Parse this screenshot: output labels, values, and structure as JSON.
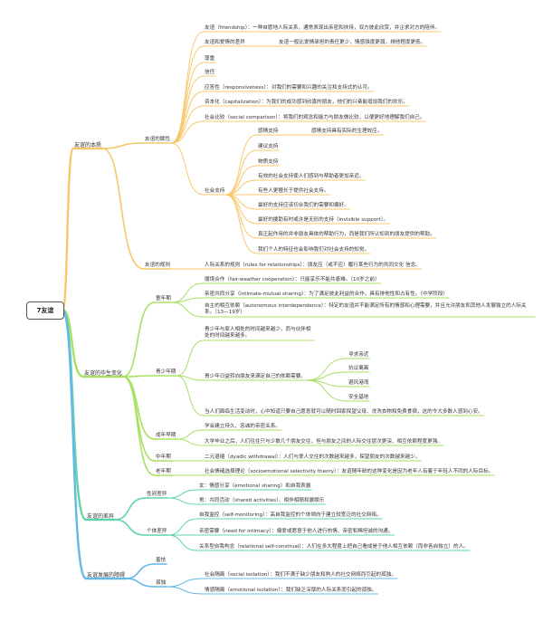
{
  "root": "7友谊",
  "branches": [
    {
      "label": "友谊的本质",
      "color": "#f7c86b",
      "children": [
        {
          "label": "友谊的属性",
          "children": [
            {
              "label": "友谊（friendship）：一种自愿地人际关系，通常表现出亲密和扶持，双方彼此欣赏，并企求对方的陪伴。"
            },
            {
              "label": "友谊和爱情的差异",
              "children": [
                {
                  "label": "友谊一般比爱情承担的责任更少，情感强度更弱，排他程度更低。"
                }
              ]
            },
            {
              "label": "尊重"
            },
            {
              "label": "信任"
            },
            {
              "label": "应答性（responsiveness）：对我们的需要和兴趣的关注和支持式的认可。"
            },
            {
              "label": "资本化（capitalization）：为我们的成功感到欣喜的朋友，他们的兴奋能增加我们的欢乐。"
            },
            {
              "label": "社会比较（social comparison）：将我们的观念和能力与朋友做比较，以便更好地理解我们自己。"
            },
            {
              "label": "社会支持",
              "children": [
                {
                  "label": "感情支持",
                  "children": [
                    {
                      "label": "感情支持具有实际的生理效应。"
                    }
                  ]
                },
                {
                  "label": "建议支持"
                },
                {
                  "label": "物质支持"
                },
                {
                  "label": "有效的社会支持使人们感到与帮助者更加亲近。"
                },
                {
                  "label": "有些人更擅长于提供社会支持。"
                },
                {
                  "label": "最好的支持应该切合我们的需要和偏好。"
                },
                {
                  "label": "最好的援助有时或许是无形的支持（invisible support）。"
                },
                {
                  "label": "真正起作用的并非朋友具体的帮助行为，而是我们所认知到的朋友提供的帮助。"
                },
                {
                  "label": "我们个人的特征也会影响我们对社会支持的知觉。"
                }
              ]
            }
          ]
        },
        {
          "label": "友谊的规则",
          "children": [
            {
              "label": "人际关系的规则（rules for relationships）：朋友应（或不应）履行某些行为的共同文化 信念。"
            }
          ]
        }
      ]
    },
    {
      "label": "友谊的毕生变化",
      "color": "#a8e063",
      "children": [
        {
          "label": "童年期",
          "children": [
            {
              "label": "顺境合作（fair-weather cooperation）：只能享乐不能共患难。（10岁之前）"
            },
            {
              "label": "亲密共同分享（intimate-mutual sharing）：为了满足彼此利益的合作，具有排他性和占有性。（中学阶段）"
            },
            {
              "label": "自主的相互依赖（autonomous interdependence）：特定的友谊并不能满足所有的情感和心理需要，并且允许朋友和其他人发展独立的人际关系。（13—19岁）"
            }
          ]
        },
        {
          "label": "青少年期",
          "children": [
            {
              "label": "青少年与家人相处的时间越来越少，而与伙伴相处的时间越来越多。"
            },
            {
              "label": "青少年日益转向朋友来满足自己的依赖需要。",
              "children": [
                {
                  "label": "寻求亲近"
                },
                {
                  "label": "抗议离离"
                },
                {
                  "label": "避风港湾"
                },
                {
                  "label": "安全基地"
                }
              ]
            },
            {
              "label": "当人们面临生活变动时，心中知道只要自己愿意就可以随时回家探望父母、洗洗衣物和免费食宿，这的令大多数人感到心安。"
            }
          ]
        },
        {
          "label": "成年早期",
          "children": [
            {
              "label": "学会建立持久、忠诚的亲密关系。"
            },
            {
              "label": "大学毕业之后，人们往往只与少数几个朋友交往，但与朋友之间的人际交往层次更深、相互依赖程度更强。"
            }
          ]
        },
        {
          "label": "中年期",
          "children": [
            {
              "label": "二元退缩（dyadic withdrawal）：人们与爱人交往的次数越来越多，探望朋友的次数越来越少。"
            }
          ]
        },
        {
          "label": "老年期",
          "children": [
            {
              "label": "社会情绪选择理论（socioemotional selectivity theory）：友谊随年龄的这种变化是因为老年人有着于年轻人不同的人际目标。"
            }
          ]
        }
      ]
    },
    {
      "label": "友谊的差异",
      "color": "#5fd4a8",
      "children": [
        {
          "label": "性别差异",
          "children": [
            {
              "label": "女：情感分享（emotional sharing）和自我表露"
            },
            {
              "label": "男：共同活动（shared activities）、相伴相随和展娱乐"
            }
          ]
        },
        {
          "label": "个体差异",
          "children": [
            {
              "label": "自我监控（self-monitoring）：高自我监控的个体倾向于建立较宽泛的社交网络。"
            },
            {
              "label": "亲密需要（need for intimacy）：偏爱或愿意于他人进行热情、亲密和稀坦诚的沟通。"
            },
            {
              "label": "关系型自我构念（relational self-construal）：人们在多大程度上把自己看成是于他人相互依赖（而非各自独立）的人。"
            }
          ]
        }
      ]
    },
    {
      "label": "友谊发展的障碍",
      "color": "#63b8e6",
      "children": [
        {
          "label": "羞怯"
        },
        {
          "label": "孤独",
          "children": [
            {
              "label": "社会隔离（social isolation）：我们不满于缺少朋友和熟人的社交网络而引起的孤独。"
            },
            {
              "label": "情感隔离（emotional isolation）：我们缺乏深厚的人际关系而引起的孤独。"
            }
          ]
        }
      ]
    }
  ]
}
